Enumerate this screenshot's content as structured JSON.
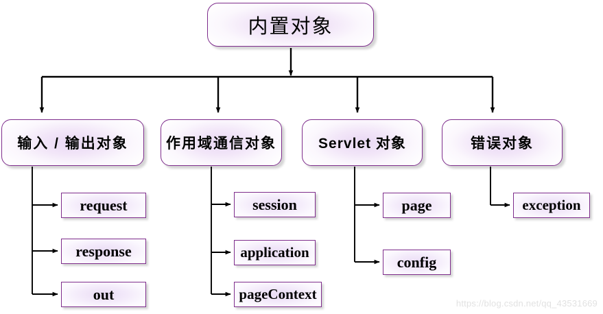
{
  "diagram": {
    "root": {
      "label": "内置对象"
    },
    "branches": [
      {
        "label": "输入 / 输出对象",
        "leaves": [
          {
            "label": "request"
          },
          {
            "label": "response"
          },
          {
            "label": "out"
          }
        ]
      },
      {
        "label": "作用域通信对象",
        "leaves": [
          {
            "label": "session"
          },
          {
            "label": "application"
          },
          {
            "label": "pageContext"
          }
        ]
      },
      {
        "label": "Servlet 对象",
        "leaves": [
          {
            "label": "page"
          },
          {
            "label": "config"
          }
        ]
      },
      {
        "label": "错误对象",
        "leaves": [
          {
            "label": "exception"
          }
        ]
      }
    ]
  },
  "watermark": {
    "text": "https://blog.csdn.net/qq_43531669"
  },
  "colors": {
    "border": "#7d2b8b",
    "fill_center": "#e9d7f4",
    "fill_edge": "#ffffff",
    "connector": "#000000",
    "watermark": "#e2e2e2"
  }
}
